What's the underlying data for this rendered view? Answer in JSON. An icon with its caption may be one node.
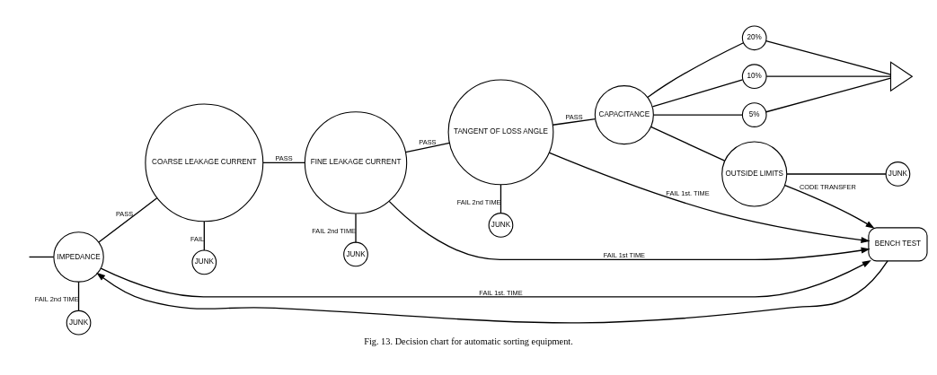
{
  "diagram": {
    "caption": "Fig. 13. Decision chart for automatic sorting equipment.",
    "nodes": [
      {
        "text": [
          "IMPEDANCE"
        ]
      },
      {
        "text": [
          "COARSE LEAKAGE CURRENT"
        ]
      },
      {
        "text": [
          "FINE LEAKAGE CURRENT"
        ]
      },
      {
        "text": [
          "TANGENT OF LOSS ANGLE"
        ]
      },
      {
        "text": [
          "CAPACITANCE"
        ]
      },
      {
        "text": [
          "20%"
        ]
      },
      {
        "text": [
          "10%"
        ]
      },
      {
        "text": [
          "5%"
        ]
      },
      {
        "text": [],
        "shape": "triangle"
      },
      {
        "text": [
          "JUNK"
        ]
      },
      {
        "text": [
          "JUNK"
        ]
      },
      {
        "text": [
          "JUNK"
        ]
      },
      {
        "text": [
          "JUNK"
        ]
      },
      {
        "text": [
          "BENCH TEST"
        ]
      },
      {
        "text": [
          "OUTSIDE LIMITS"
        ]
      },
      {
        "text": [
          "JUNK"
        ]
      }
    ],
    "edges": [
      {
        "from": null,
        "to": 0,
        "arrow": "none"
      },
      {
        "from": 0,
        "to": 1,
        "arrow": "none",
        "label": "PASS"
      },
      {
        "from": 1,
        "to": 2,
        "arrow": "none",
        "label": "PASS"
      },
      {
        "from": 2,
        "to": 3,
        "arrow": "none",
        "label": "PASS"
      },
      {
        "from": 3,
        "to": 4,
        "arrow": "none",
        "label": "PASS"
      },
      {
        "from": 4,
        "to": 5,
        "arrow": "none"
      },
      {
        "from": 4,
        "to": 6,
        "arrow": "none"
      },
      {
        "from": 4,
        "to": 7,
        "arrow": "none"
      },
      {
        "from": 5,
        "to": 8,
        "arrow": "none"
      },
      {
        "from": 6,
        "to": 8,
        "arrow": "none"
      },
      {
        "from": 7,
        "to": 8,
        "arrow": "none"
      },
      {
        "from": 0,
        "to": 9,
        "arrow": "none",
        "label": "FAIL 2nd TIME"
      },
      {
        "from": 0,
        "to": 13,
        "arrow": "to",
        "label": "FAIL 1st. TIME"
      },
      {
        "from": 1,
        "to": 10,
        "arrow": "none",
        "label": "FAIL"
      },
      {
        "from": 2,
        "to": 11,
        "arrow": "none",
        "label": "FAIL 2nd TIME"
      },
      {
        "from": 2,
        "to": 13,
        "arrow": "to",
        "label": "FAIL 1st TIME"
      },
      {
        "from": 3,
        "to": 12,
        "arrow": "none",
        "label": "FAIL 2nd TIME"
      },
      {
        "from": 3,
        "to": 13,
        "arrow": "to",
        "label": "FAIL 1st. TIME"
      },
      {
        "from": 4,
        "to": 14,
        "arrow": "none"
      },
      {
        "from": 14,
        "to": 13,
        "arrow": "to",
        "label": "CODE TRANSFER"
      },
      {
        "from": 14,
        "to": 15,
        "arrow": "none"
      },
      {
        "from": 13,
        "to": 0,
        "arrow": "to"
      }
    ]
  }
}
